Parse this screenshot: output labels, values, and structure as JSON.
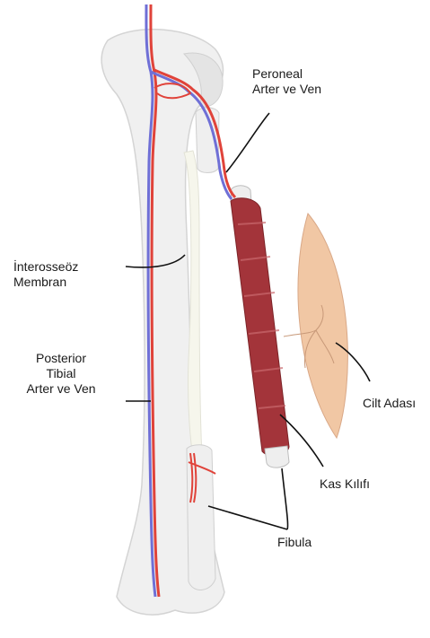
{
  "labels": {
    "peroneal_line1": "Peroneal",
    "peroneal_line2": "Arter ve Ven",
    "interosseoz_line1": "İnterosseöz",
    "interosseoz_line2": "Membran",
    "posterior_line1": "Posterior",
    "posterior_line2": "Tibial",
    "posterior_line3": "Arter ve Ven",
    "cilt_adasi": "Cilt Adası",
    "kas_kilifi": "Kas Kılıfı",
    "fibula": "Fibula"
  },
  "colors": {
    "bone": "#eeeeee",
    "bone_shadow": "#d6d6d6",
    "artery": "#e0433a",
    "vein": "#6f6fd6",
    "muscle": "#a3343a",
    "skin": "#f1c7a4",
    "leader": "#111111"
  }
}
